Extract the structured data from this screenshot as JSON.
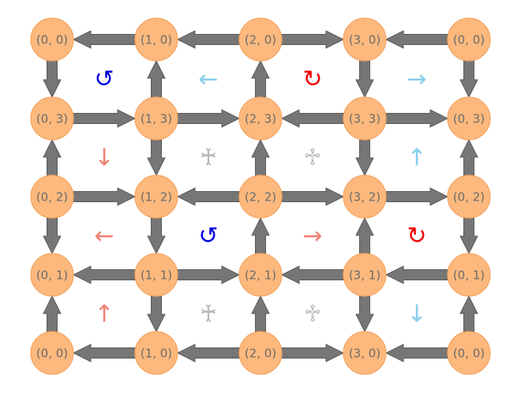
{
  "colors": {
    "node_fill": "#fdb97d",
    "node_stroke": "#f5a460",
    "arrow_fill": "#767676",
    "arrow_stroke": "#5a5a5a",
    "blue": "#0000dd",
    "red": "#ee0000",
    "light_blue": "#87ceeb",
    "salmon": "#f08070",
    "gray": "#b8b8b8"
  },
  "grid": {
    "rows": [
      [
        "(0, 0)",
        "(1, 0)",
        "(2, 0)",
        "(3, 0)",
        "(0, 0)"
      ],
      [
        "(0, 3)",
        "(1, 3)",
        "(2, 3)",
        "(3, 3)",
        "(0, 3)"
      ],
      [
        "(0, 2)",
        "(1, 2)",
        "(2, 2)",
        "(3, 2)",
        "(0, 2)"
      ],
      [
        "(0, 1)",
        "(1, 1)",
        "(2, 1)",
        "(3, 1)",
        "(0, 1)"
      ],
      [
        "(0, 0)",
        "(1, 0)",
        "(2, 0)",
        "(3, 0)",
        "(0, 0)"
      ]
    ]
  },
  "horizontal_edges": [
    [
      "left",
      "left",
      "right",
      "left"
    ],
    [
      "right",
      "right",
      "left",
      "right"
    ],
    [
      "right",
      "left",
      "right",
      "right"
    ],
    [
      "left",
      "right",
      "left",
      "left"
    ],
    [
      "left",
      "left",
      "right",
      "left"
    ]
  ],
  "vertical_edges": [
    [
      "down",
      "up",
      "up",
      "down",
      "down"
    ],
    [
      "up",
      "down",
      "up",
      "down",
      "up"
    ],
    [
      "down",
      "down",
      "up",
      "up",
      "down"
    ],
    [
      "up",
      "down",
      "up",
      "down",
      "up"
    ]
  ],
  "face_symbols": [
    [
      {
        "glyph": "↺",
        "color": "blue"
      },
      {
        "glyph": "←",
        "color": "light_blue"
      },
      {
        "glyph": "↻",
        "color": "red"
      },
      {
        "glyph": "→",
        "color": "light_blue"
      }
    ],
    [
      {
        "glyph": "↓",
        "color": "salmon"
      },
      {
        "glyph": "♰",
        "color": "gray"
      },
      {
        "glyph": "♱",
        "color": "gray"
      },
      {
        "glyph": "↑",
        "color": "light_blue"
      }
    ],
    [
      {
        "glyph": "←",
        "color": "salmon"
      },
      {
        "glyph": "↺",
        "color": "blue"
      },
      {
        "glyph": "→",
        "color": "salmon"
      },
      {
        "glyph": "↻",
        "color": "red"
      }
    ],
    [
      {
        "glyph": "↑",
        "color": "salmon"
      },
      {
        "glyph": "♰",
        "color": "gray"
      },
      {
        "glyph": "♱",
        "color": "gray"
      },
      {
        "glyph": "↓",
        "color": "light_blue"
      }
    ]
  ]
}
